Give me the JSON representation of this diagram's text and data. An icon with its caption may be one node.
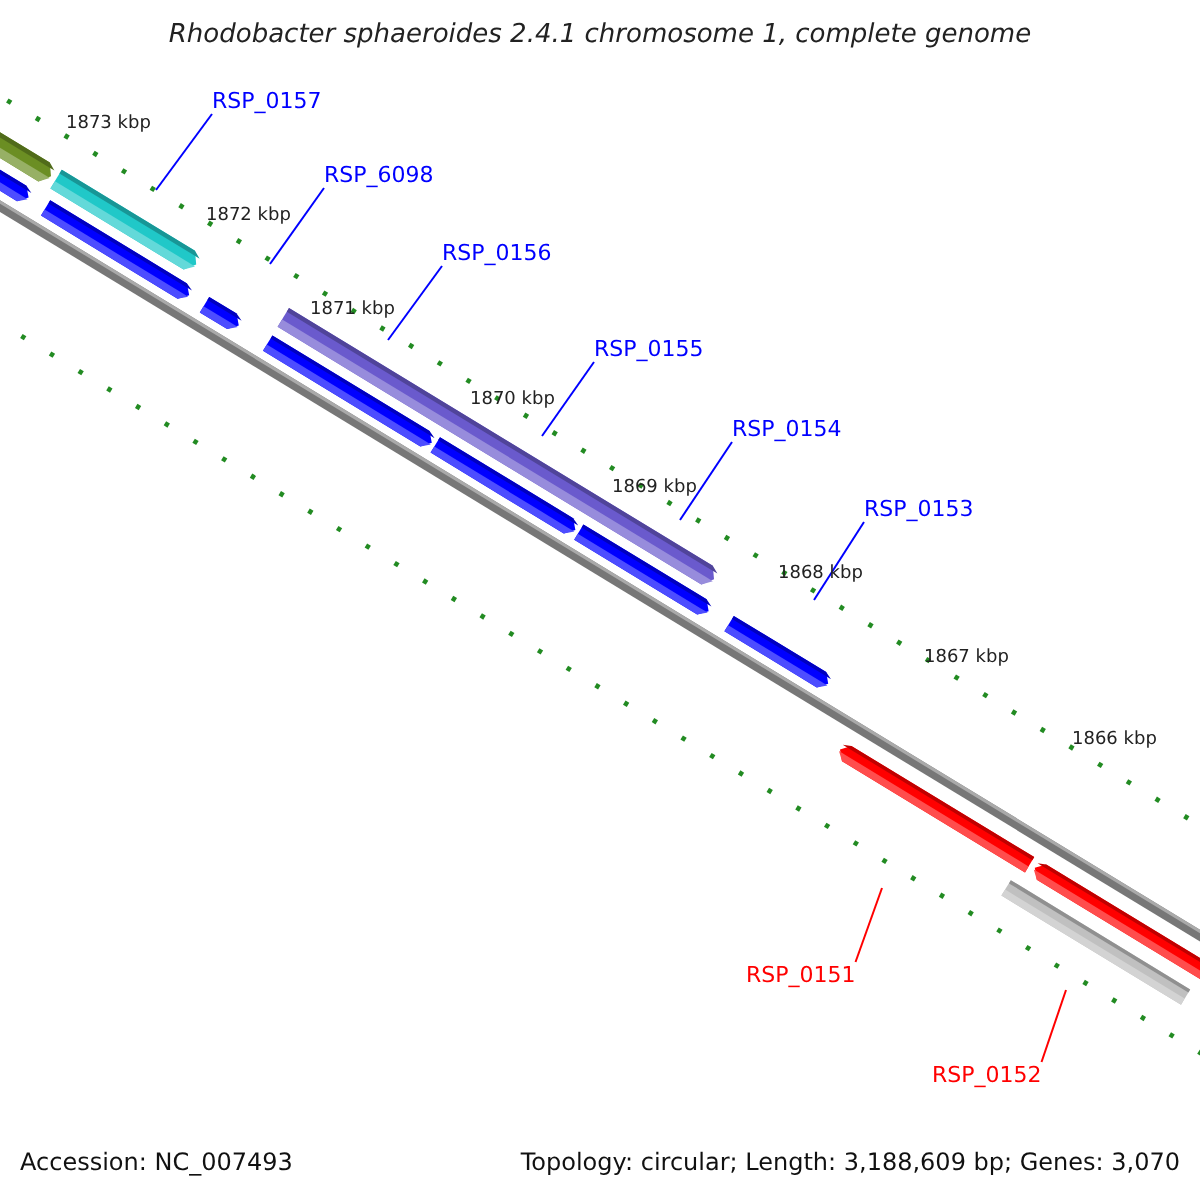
{
  "diagram": {
    "title": "Rhodobacter sphaeroides 2.4.1 chromosome 1, complete genome",
    "nodes": [
      {
        "text": [
          "RSP_0157"
        ]
      },
      {
        "text": [
          "RSP_6098"
        ]
      },
      {
        "text": [
          "RSP_0156"
        ]
      },
      {
        "text": [
          "RSP_0155"
        ]
      },
      {
        "text": [
          "RSP_0154"
        ]
      },
      {
        "text": [
          "RSP_0153"
        ]
      },
      {
        "text": [
          "RSP_0151"
        ]
      },
      {
        "text": [
          "RSP_0152"
        ]
      }
    ],
    "edges": [
      {
        "from": 0,
        "to": null,
        "arrow": "none"
      },
      {
        "from": 1,
        "to": null,
        "arrow": "none"
      },
      {
        "from": 2,
        "to": null,
        "arrow": "none"
      },
      {
        "from": 3,
        "to": null,
        "arrow": "none"
      },
      {
        "from": 4,
        "to": null,
        "arrow": "none"
      },
      {
        "from": 5,
        "to": null,
        "arrow": "none"
      },
      {
        "from": 6,
        "to": null,
        "arrow": "none",
        "color": "#ff0000"
      },
      {
        "from": 7,
        "to": null,
        "arrow": "none",
        "color": "#ff0000"
      }
    ],
    "labels": [
      "1873 kbp",
      "1872 kbp",
      "1871 kbp",
      "1870 kbp",
      "1869 kbp",
      "1868 kbp",
      "1867 kbp",
      "1866 kbp",
      "Accession: NC_007493",
      "Topology: circular; Length: 3,188,609 bp; Genes: 3,070"
    ]
  }
}
